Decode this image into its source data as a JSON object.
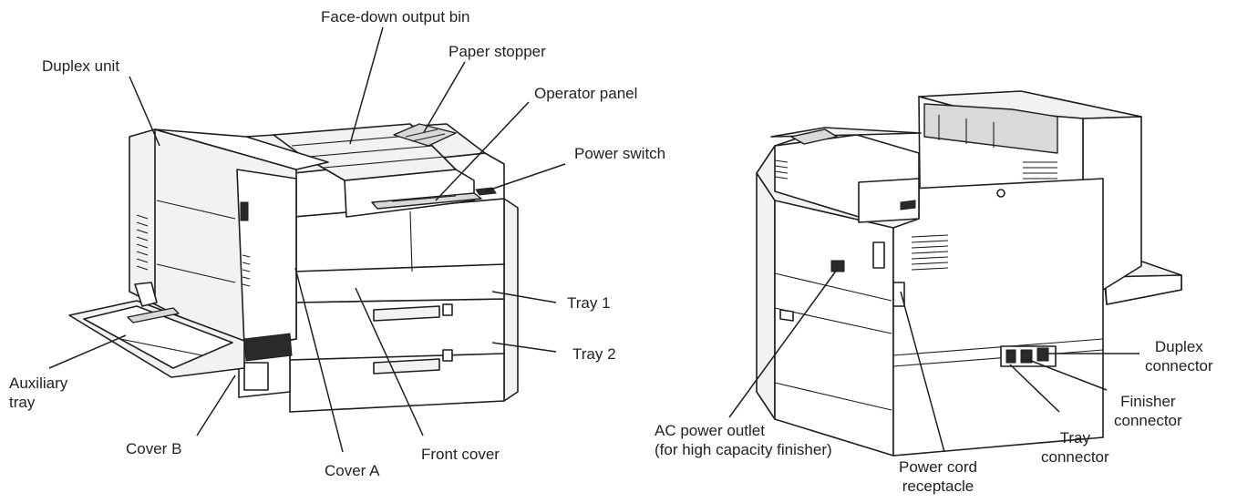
{
  "labels": {
    "face_down_output_bin": "Face-down output bin",
    "paper_stopper": "Paper stopper",
    "duplex_unit": "Duplex unit",
    "operator_panel": "Operator panel",
    "power_switch": "Power switch",
    "tray_1": "Tray 1",
    "tray_2": "Tray 2",
    "auxiliary_tray": "Auxiliary\ntray",
    "cover_b": "Cover B",
    "cover_a": "Cover A",
    "front_cover": "Front cover",
    "ac_power_outlet": "AC power outlet\n(for high capacity finisher)",
    "power_cord_receptacle": "Power cord\nreceptacle",
    "tray_connector": "Tray\nconnector",
    "finisher_connector": "Finisher\nconnector",
    "duplex_connector": "Duplex\nconnector"
  }
}
